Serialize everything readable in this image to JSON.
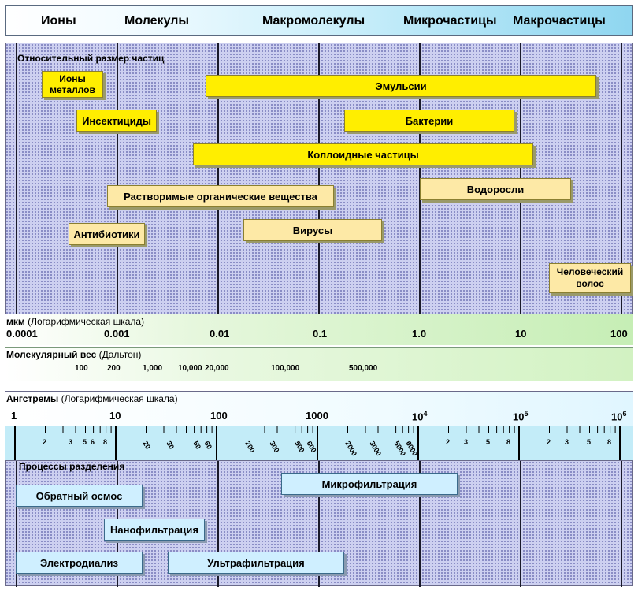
{
  "header": {
    "labels": [
      "Ионы",
      "Молекулы",
      "Макромолекулы",
      "Микрочастицы",
      "Макрочастицы"
    ]
  },
  "size_section": {
    "title": "Относительный размер частиц",
    "particles": {
      "ions": "Ионы металлов",
      "emulsions": "Эмульсии",
      "insecticides": "Инсектициды",
      "bacteria": "Бактерии",
      "colloids": "Коллоидные частицы",
      "organics": "Растворимые органические вещества",
      "algae": "Водоросли",
      "antibiotics": "Антибиотики",
      "viruses": "Вирусы",
      "hair": "Человеческий волос"
    }
  },
  "micron_scale": {
    "title": "мкм",
    "subtitle": "(Логарифмическая шкала)",
    "ticks": [
      "0.0001",
      "0.001",
      "0.01",
      "0.1",
      "1.0",
      "10",
      "100"
    ]
  },
  "mol_weight": {
    "title": "Молекулярный вес",
    "subtitle": "(Дальтон)",
    "values": [
      "100",
      "200",
      "1,000",
      "10,000",
      "20,000",
      "100,000",
      "500,000"
    ]
  },
  "angstrom_scale": {
    "title": "Ангстремы",
    "subtitle": "(Логарифмическая шкала)",
    "ticks": [
      "1",
      "10",
      "100",
      "1000",
      "10",
      "10",
      "10"
    ],
    "exponents": [
      "4",
      "5",
      "6"
    ],
    "minor_labels": {
      "decade1": [
        "2",
        "3",
        "5",
        "6",
        "8"
      ],
      "decade2": [
        "20",
        "30",
        "50",
        "60"
      ],
      "decade3": [
        "200",
        "300",
        "500",
        "600"
      ],
      "decade4": [
        "2000",
        "3000",
        "5000",
        "6000"
      ],
      "decade5": [
        "2",
        "3",
        "5",
        "8"
      ],
      "decade6": [
        "2",
        "3",
        "5",
        "8"
      ]
    }
  },
  "separation": {
    "title": "Процессы разделения",
    "processes": {
      "microfiltration": "Микрофильтрация",
      "reverse_osmosis": "Обратный осмос",
      "nanofiltration": "Нанофильтрация",
      "electrodialysis": "Электродиализ",
      "ultrafiltration": "Ультрафильтрация"
    }
  },
  "colors": {
    "particle_box": "#ffee00",
    "process_box": "#cfefff",
    "dotted_background": "#cdd0f0"
  }
}
